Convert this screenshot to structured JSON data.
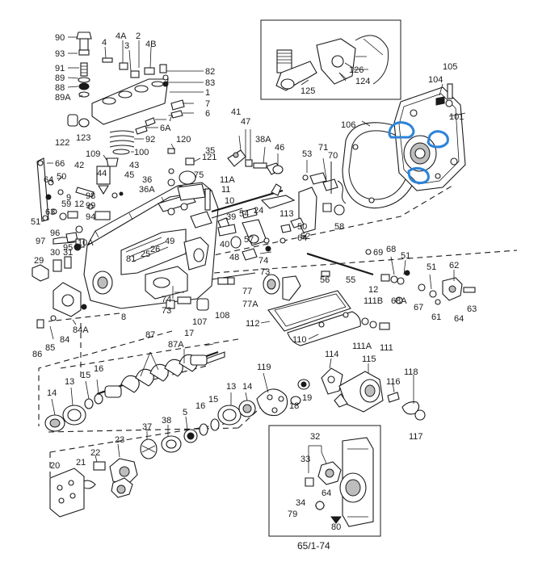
{
  "figure": {
    "caption": "65/1-74",
    "highlight_color": "#2c83d9",
    "labels": {
      "p90": "90",
      "p93": "93",
      "p91": "91",
      "p89": "89",
      "p88": "88",
      "p89a": "89A",
      "p4": "4",
      "p4a": "4A",
      "p3": "3",
      "p2": "2",
      "p4b": "4B",
      "p82": "82",
      "p83": "83",
      "p1": "1",
      "p7a": "7",
      "p6a": "6",
      "p7b": "7",
      "p6b": "6A",
      "p122": "122",
      "p123": "123",
      "p92": "92",
      "p100": "100",
      "p109": "109",
      "p120": "120",
      "p121": "121",
      "p66": "66",
      "p42": "42",
      "p44": "44",
      "p43": "43",
      "p45": "45",
      "p36": "36",
      "p36a": "36A",
      "p75": "75",
      "p64a": "64",
      "p50a": "50",
      "p12a": "12",
      "p98": "98",
      "p99": "99",
      "p94": "94",
      "p9": "9",
      "p59": "59",
      "p63": "63",
      "p51a": "51",
      "p97": "97",
      "p96": "96",
      "p95": "95",
      "p10a": "10A",
      "p29": "29",
      "p30": "30",
      "p31": "31",
      "p81": "81",
      "p25": "25",
      "p26": "26",
      "p49": "49",
      "p8": "8",
      "p84a": "84A",
      "p84": "84",
      "p85": "85",
      "p86": "86",
      "p41": "41",
      "p47": "47",
      "p38a": "38A",
      "p46": "46",
      "p35": "35",
      "p11a": "11A",
      "p11": "11",
      "p10": "10",
      "p39": "39",
      "p54": "54",
      "p24": "24",
      "p40": "40",
      "p57": "57",
      "p48": "48",
      "p74a": "74",
      "p73a": "73",
      "p77": "77",
      "p77a": "77A",
      "p74b": "74",
      "p73b": "73",
      "p107": "107",
      "p108": "108",
      "p53": "53",
      "p71": "71",
      "p70": "70",
      "p113": "113",
      "p52": "52",
      "p58": "58",
      "p50b": "50",
      "p64b": "64",
      "p106": "106",
      "p105": "105",
      "p104": "104",
      "p101": "101",
      "p126": "126",
      "p124": "124",
      "p125": "125",
      "p69": "69",
      "p68": "68",
      "p51b": "51",
      "p56": "56",
      "p55": "55",
      "p12b": "12",
      "p68a": "68A",
      "p51c": "51",
      "p62": "62",
      "p67": "67",
      "p61": "61",
      "p63b": "63",
      "p64c": "64",
      "p111b": "111B",
      "p112": "112",
      "p110": "110",
      "p111a": "111A",
      "p111": "111",
      "p87": "87",
      "p87a": "87A",
      "p17": "17",
      "p14a": "14",
      "p13a": "13",
      "p15a": "15",
      "p16a": "16",
      "p119": "119",
      "p13b": "13",
      "p14b": "14",
      "p18": "18",
      "p19": "19",
      "p114": "114",
      "p115": "115",
      "p116": "116",
      "p118": "118",
      "p117": "117",
      "p37": "37",
      "p38": "38",
      "p5": "5",
      "p16b": "16",
      "p15b": "15",
      "p23": "23",
      "p22": "22",
      "p21": "21",
      "p20": "20",
      "p32": "32",
      "p33": "33",
      "p34": "34",
      "p79": "79",
      "p80": "80",
      "p64d": "64"
    }
  }
}
